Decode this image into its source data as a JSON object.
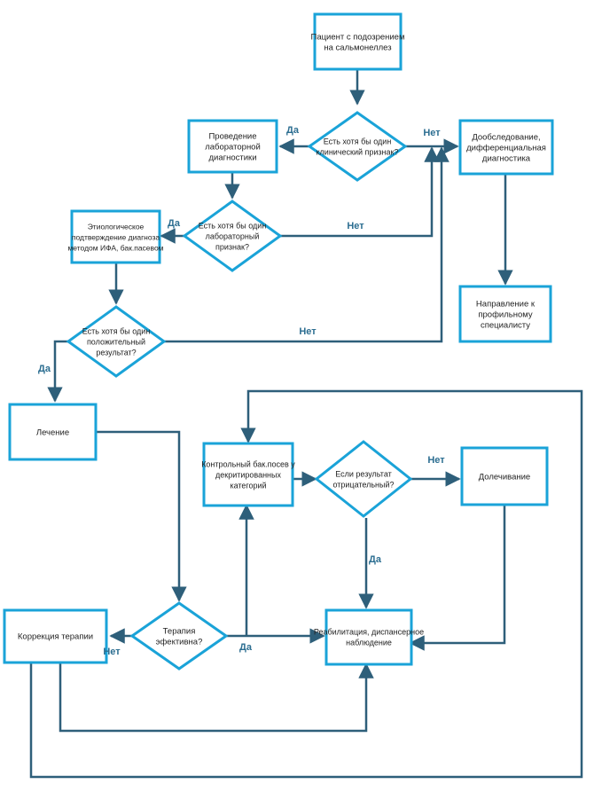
{
  "nodes": {
    "suspect": [
      "Пациент с подозрением",
      "на сальмонеллез"
    ],
    "clinical_q": [
      "Есть хотя бы один",
      "клинический признак?"
    ],
    "lab_diag": [
      "Проведение",
      "лабораторной",
      "диагностики"
    ],
    "extra_exam": [
      "Дообследование,",
      "дифференциальная",
      "диагностика"
    ],
    "lab_q": [
      "Есть хотя бы один",
      "лабораторный",
      "признак?"
    ],
    "etiology": [
      "Этиологическое",
      "подтверждение диагноза",
      "методом ИФА, бак.пасевом"
    ],
    "referral": [
      "Направление к",
      "профильному",
      "специалисту"
    ],
    "positive_q": [
      "Есть хотя бы один",
      "положительный",
      "результат?"
    ],
    "treatment": [
      "Лечение"
    ],
    "control": [
      "Контрольный бак.посев у",
      "декритированных",
      "категорий"
    ],
    "negative_q": [
      "Если результат",
      "отрицательный?"
    ],
    "finish_tx": [
      "Долечивание"
    ],
    "correction": [
      "Коррекция терапии"
    ],
    "therapy_q": [
      "Терапия",
      "эфективна?"
    ],
    "rehab": [
      "Реабилитация, диспансерное",
      "наблюдение"
    ]
  },
  "labels": {
    "yes": "Да",
    "no": "Нет"
  },
  "colors": {
    "border": "#1aa3d8",
    "arrow": "#2e5f7a",
    "label": "#2c6e91"
  }
}
